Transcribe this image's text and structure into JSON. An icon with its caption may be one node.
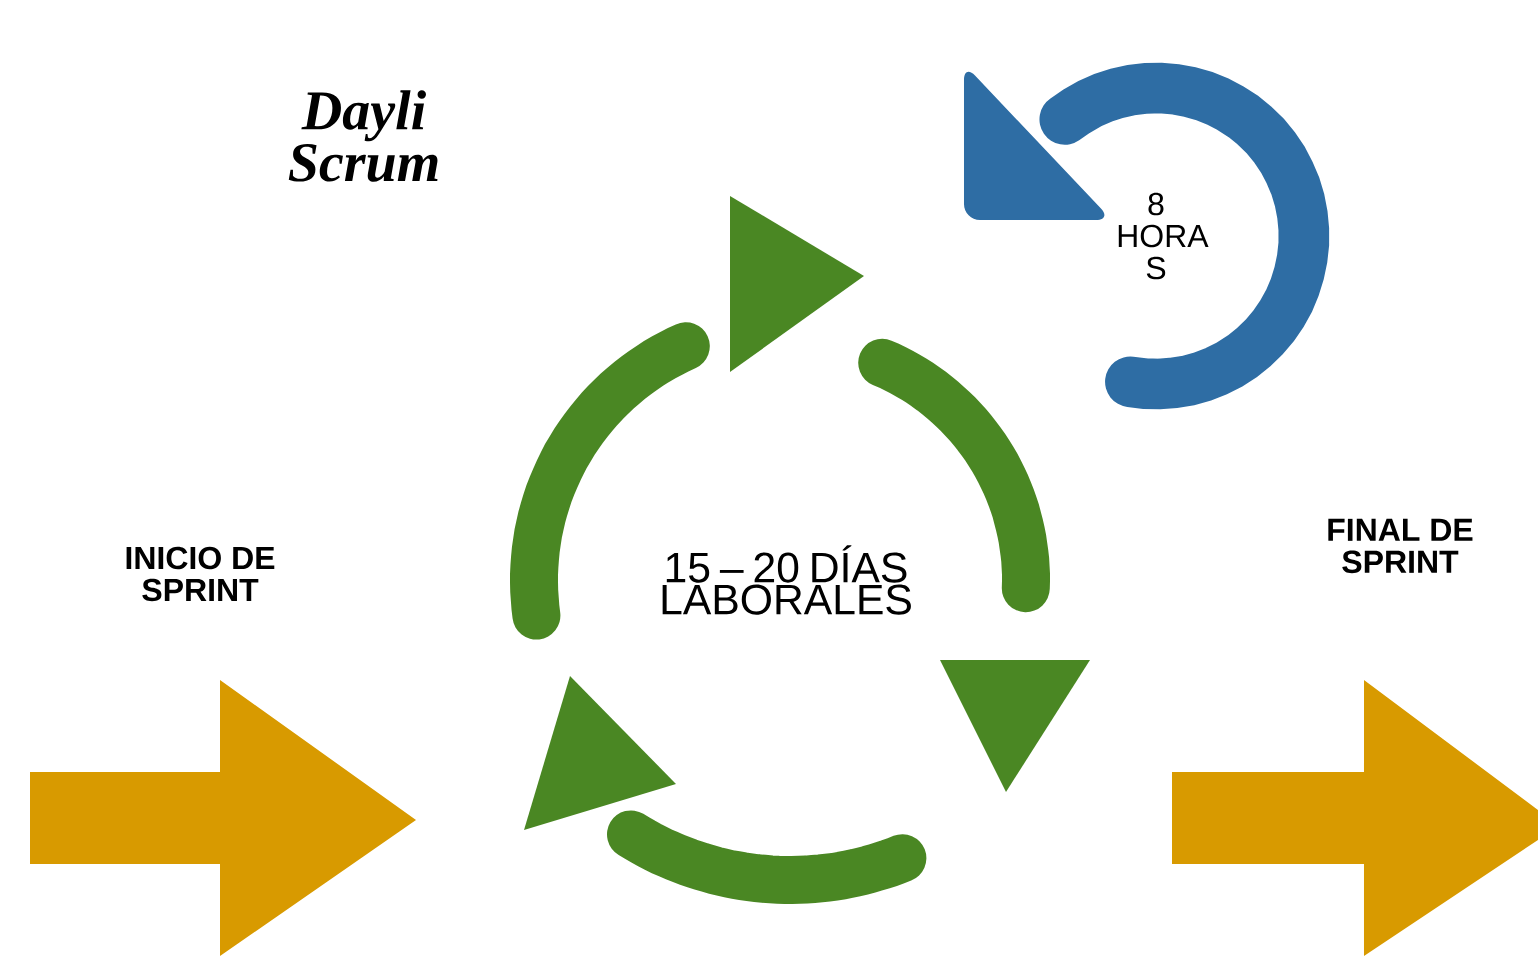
{
  "diagram": {
    "labels": [
      "Dayli Scrum",
      "8 HORA S",
      "INICIO DE SPRINT",
      "15 – 20 DÍAS LABORALES",
      "FINAL DE SPRINT"
    ]
  }
}
